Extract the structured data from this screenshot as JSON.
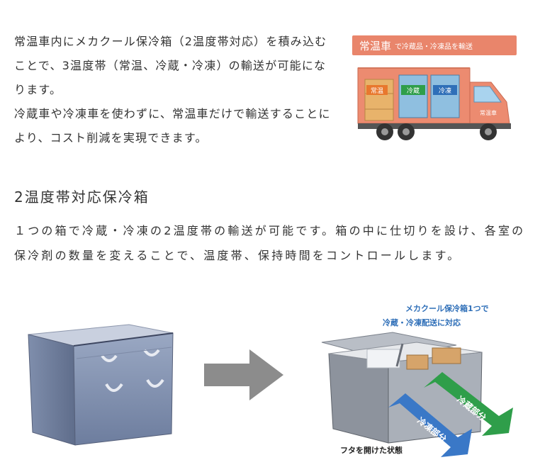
{
  "intro": {
    "para1": "常温車内にメカクール保冷箱（2温度帯対応）を積み込むことで、3温度帯（常温、冷蔵・冷凍）の輸送が可能になります。",
    "para2": "冷蔵車や冷凍車を使わずに、常温車だけで輸送することにより、コスト削減を実現できます。"
  },
  "truck": {
    "banner_main": "常温車",
    "banner_sub": "で冷蔵品・冷凍品を輸送",
    "label_ambient": "常温",
    "label_chilled": "冷蔵",
    "label_frozen": "冷凍",
    "door_label": "常温車"
  },
  "section": {
    "title": "2温度帯対応保冷箱",
    "body": "１つの箱で冷蔵・冷凍の2温度帯の輸送が可能です。箱の中に仕切りを設け、各室の保冷剤の数量を変えることで、温度帯、保持時間をコントロールします。"
  },
  "opened_box": {
    "caption_line1": "メカクール保冷箱1つで",
    "caption_line2": "冷蔵・冷凍配送に対応",
    "arrow_chilled": "冷蔵部分",
    "arrow_frozen": "冷凍部分",
    "bottom_caption": "フタを開けた状態"
  },
  "colors": {
    "banner": "#e9856b",
    "truck_body": "#ec8b70",
    "ambient_label": "#e8782e",
    "chilled_label": "#2f9e4a",
    "frozen_label": "#2f6fb8",
    "caption_blue": "#2f6fb8",
    "arrow_green": "#2f9e4a",
    "arrow_blue": "#3a78c7",
    "gray_arrow": "#8c8c8c"
  }
}
